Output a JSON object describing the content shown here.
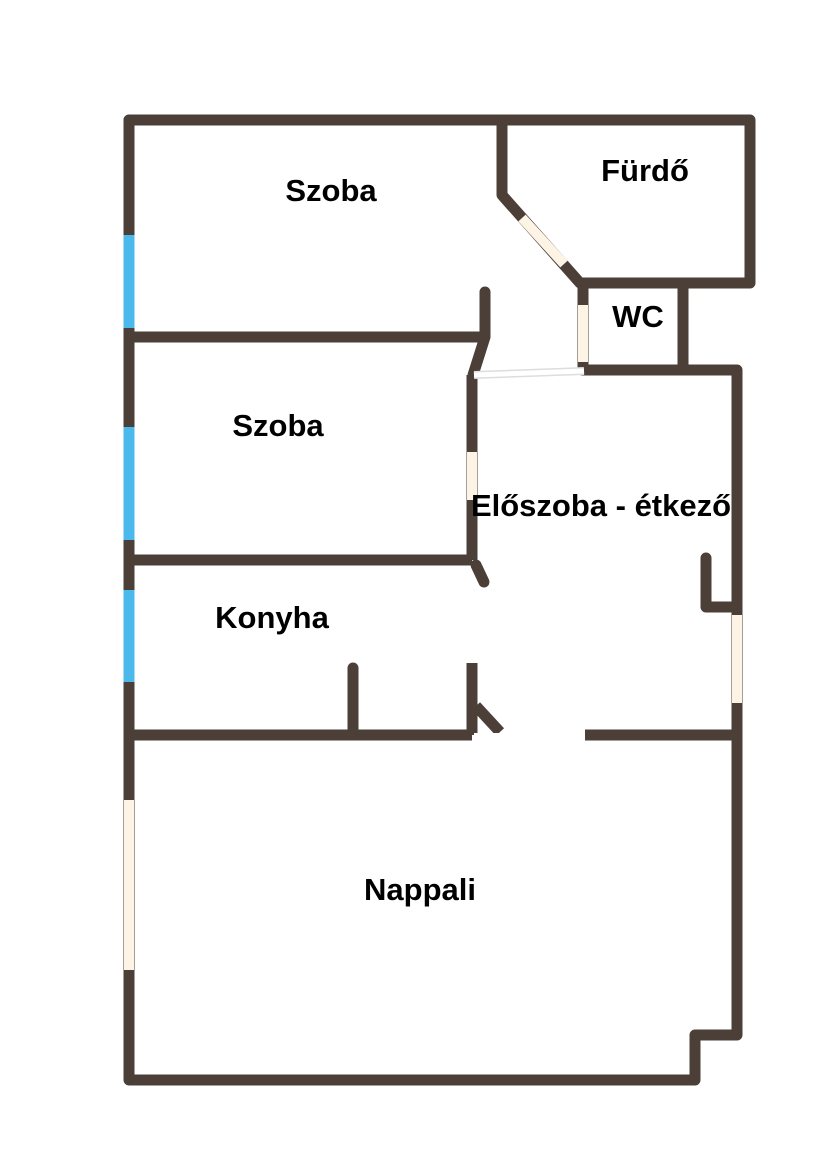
{
  "rooms": {
    "szoba_1": "Szoba",
    "szoba_2": "Szoba",
    "furdo": "Fürdő",
    "wc": "WC",
    "eloszoba": "Előszoba - étkező",
    "konyha": "Konyha",
    "nappali": "Nappali"
  },
  "colors": {
    "wall": "#4b3f38",
    "window": "#4cb9ec",
    "opening": "#fdf4e6"
  }
}
